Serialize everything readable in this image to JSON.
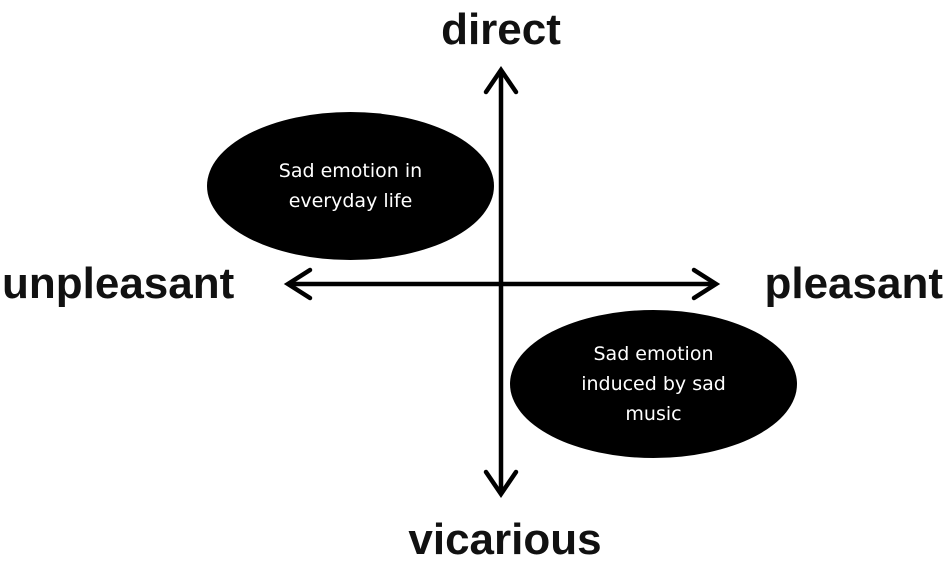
{
  "axes": {
    "top": "direct",
    "bottom": "vicarious",
    "left": "unpleasant",
    "right": "pleasant"
  },
  "regions": [
    {
      "id": "everyday",
      "text": "Sad emotion  in everyday life",
      "quadrant": "top-left"
    },
    {
      "id": "music",
      "text": "Sad emotion induced by sad music",
      "quadrant": "bottom-right"
    }
  ],
  "colors": {
    "background": "#ffffff",
    "ink": "#000000",
    "ellipse_text": "#ffffff"
  }
}
